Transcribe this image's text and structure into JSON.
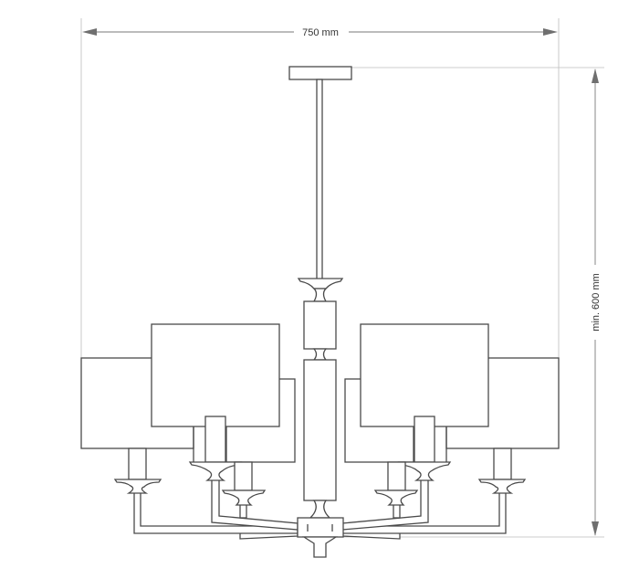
{
  "drawing": {
    "subject": "chandelier",
    "width_label": "750 mm",
    "height_label": "min. 600 mm",
    "line_color": "#4a4a4a",
    "dimension_color": "#7a7a7a"
  }
}
